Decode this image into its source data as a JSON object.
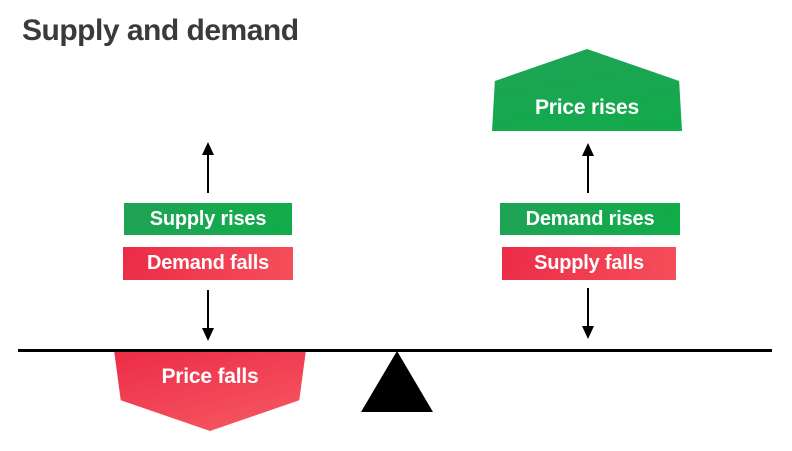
{
  "title": "Supply and demand",
  "colors": {
    "green": "#17A84E",
    "green_deep": "#1FA355",
    "red": "#F0344E",
    "red_deep": "#EC2C48",
    "red_light": "#F75A63",
    "ink": "#000000",
    "title_color": "#3A3A3A",
    "label_text": "#FFFFFF",
    "background": "#FFFFFF"
  },
  "left": {
    "rise_label": "Supply rises",
    "fall_label": "Demand falls",
    "outcome_label": "Price falls",
    "up_arrow_icon": "arrow-up",
    "down_arrow_icon": "arrow-down"
  },
  "right": {
    "outcome_label": "Price rises",
    "rise_label": "Demand rises",
    "fall_label": "Supply falls",
    "up_arrow_icon": "arrow-up",
    "down_arrow_icon": "arrow-down"
  },
  "seesaw": {
    "beam_icon": "balance-beam",
    "fulcrum_icon": "fulcrum-triangle"
  }
}
